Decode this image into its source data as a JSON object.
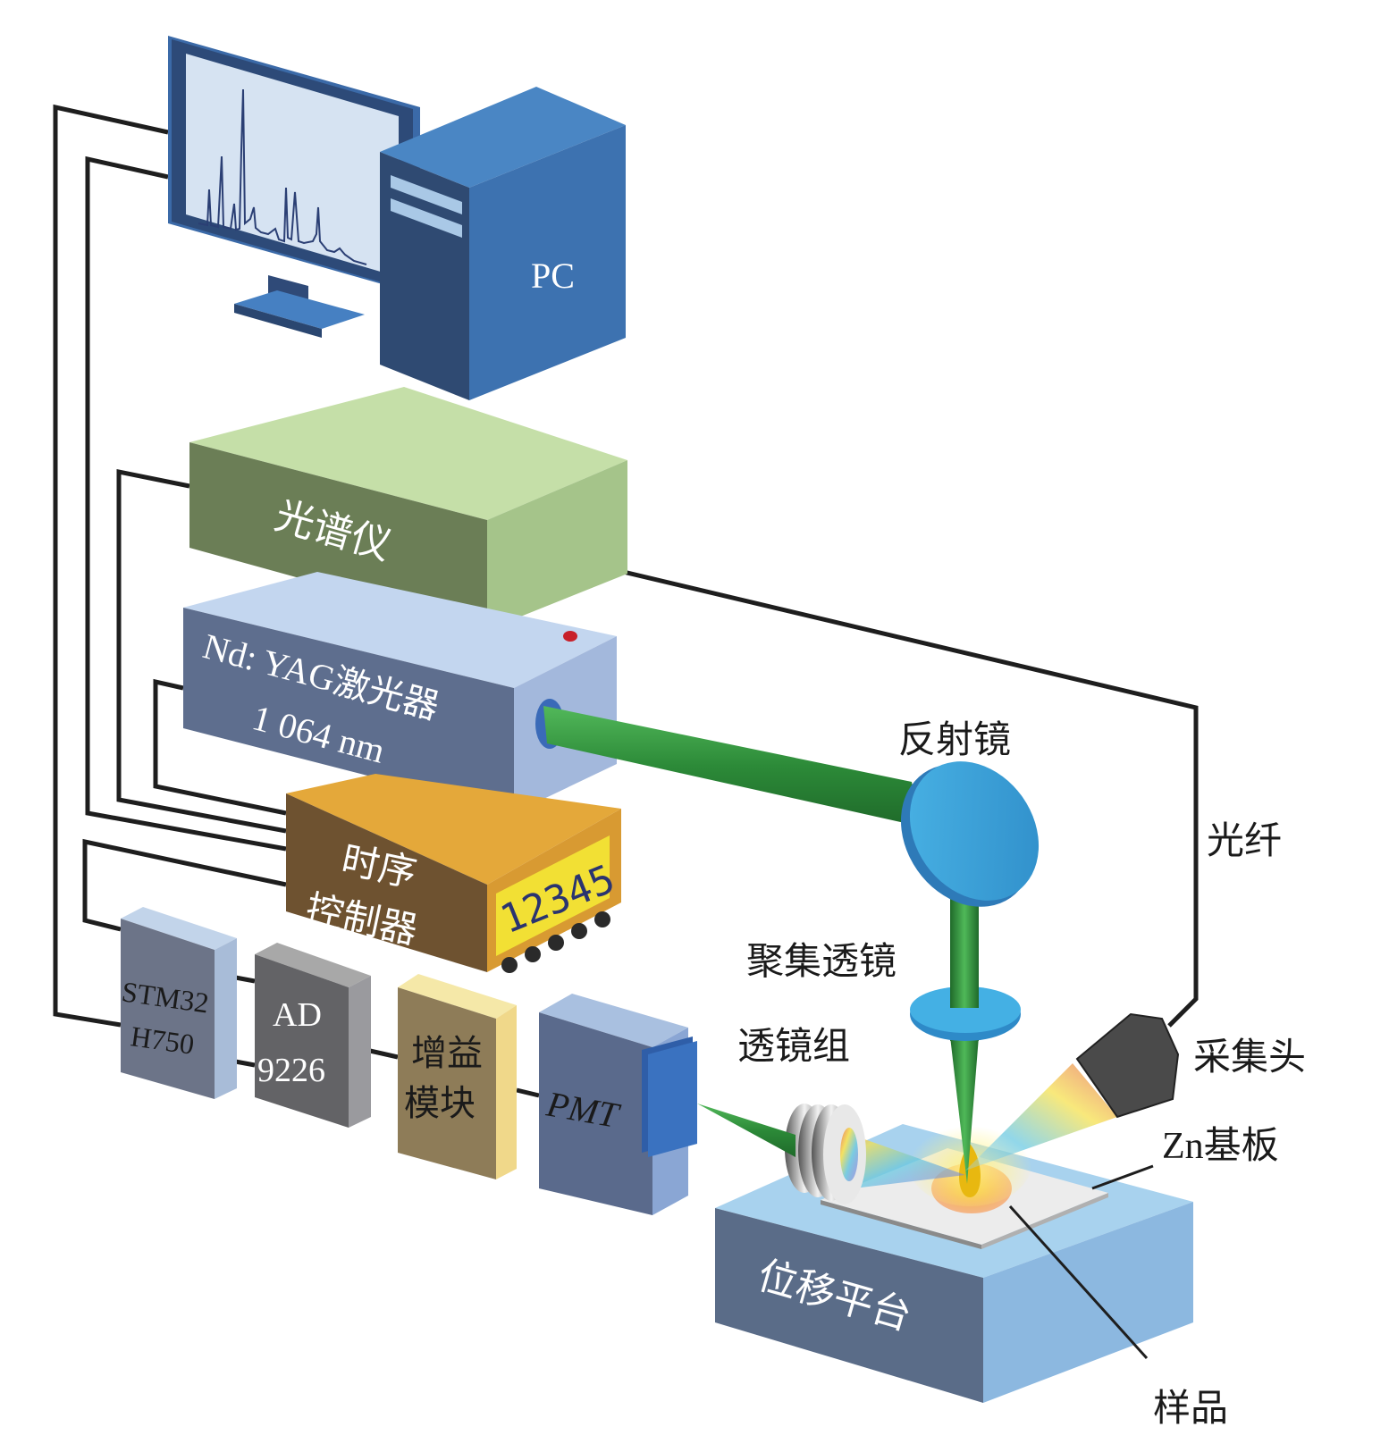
{
  "title": "LIBS experimental setup schematic",
  "components": {
    "pc": {
      "label": "PC"
    },
    "spectrometer": {
      "label": "光谱仪"
    },
    "laser": {
      "line1": "Nd: YAG激光器",
      "line2": "1 064 nm"
    },
    "timing_controller": {
      "line1": "时序",
      "line2": "控制器",
      "display_value": "12345"
    },
    "stm32": {
      "line1": "STM32",
      "line2": "H750"
    },
    "adc": {
      "line1": "AD",
      "line2": "9226"
    },
    "gain_module": {
      "line1": "增益",
      "line2": "模块"
    },
    "pmt": {
      "label": "PMT"
    },
    "translation_stage": {
      "label": "位移平台"
    }
  },
  "annotations": {
    "mirror": "反射镜",
    "focusing_lens": "聚集透镜",
    "lens_group": "透镜组",
    "fiber": "光纤",
    "collection_head": "采集头",
    "substrate": "Zn基板",
    "sample": "样品"
  },
  "colors": {
    "pc_blue": "#3d72b0",
    "pc_dark": "#2f4a72",
    "spectrometer_green": "#6b7e56",
    "spectrometer_light": "#c5dfa8",
    "laser_blue": "#5e6e8e",
    "laser_light": "#c3d6ef",
    "timing_brown": "#6e5230",
    "timing_orange": "#e4a83a",
    "beam_green": "#2e8a3a",
    "optic_blue": "#3aa6de",
    "stage_top": "#a8d2ee",
    "stage_front": "#5a6c88"
  }
}
